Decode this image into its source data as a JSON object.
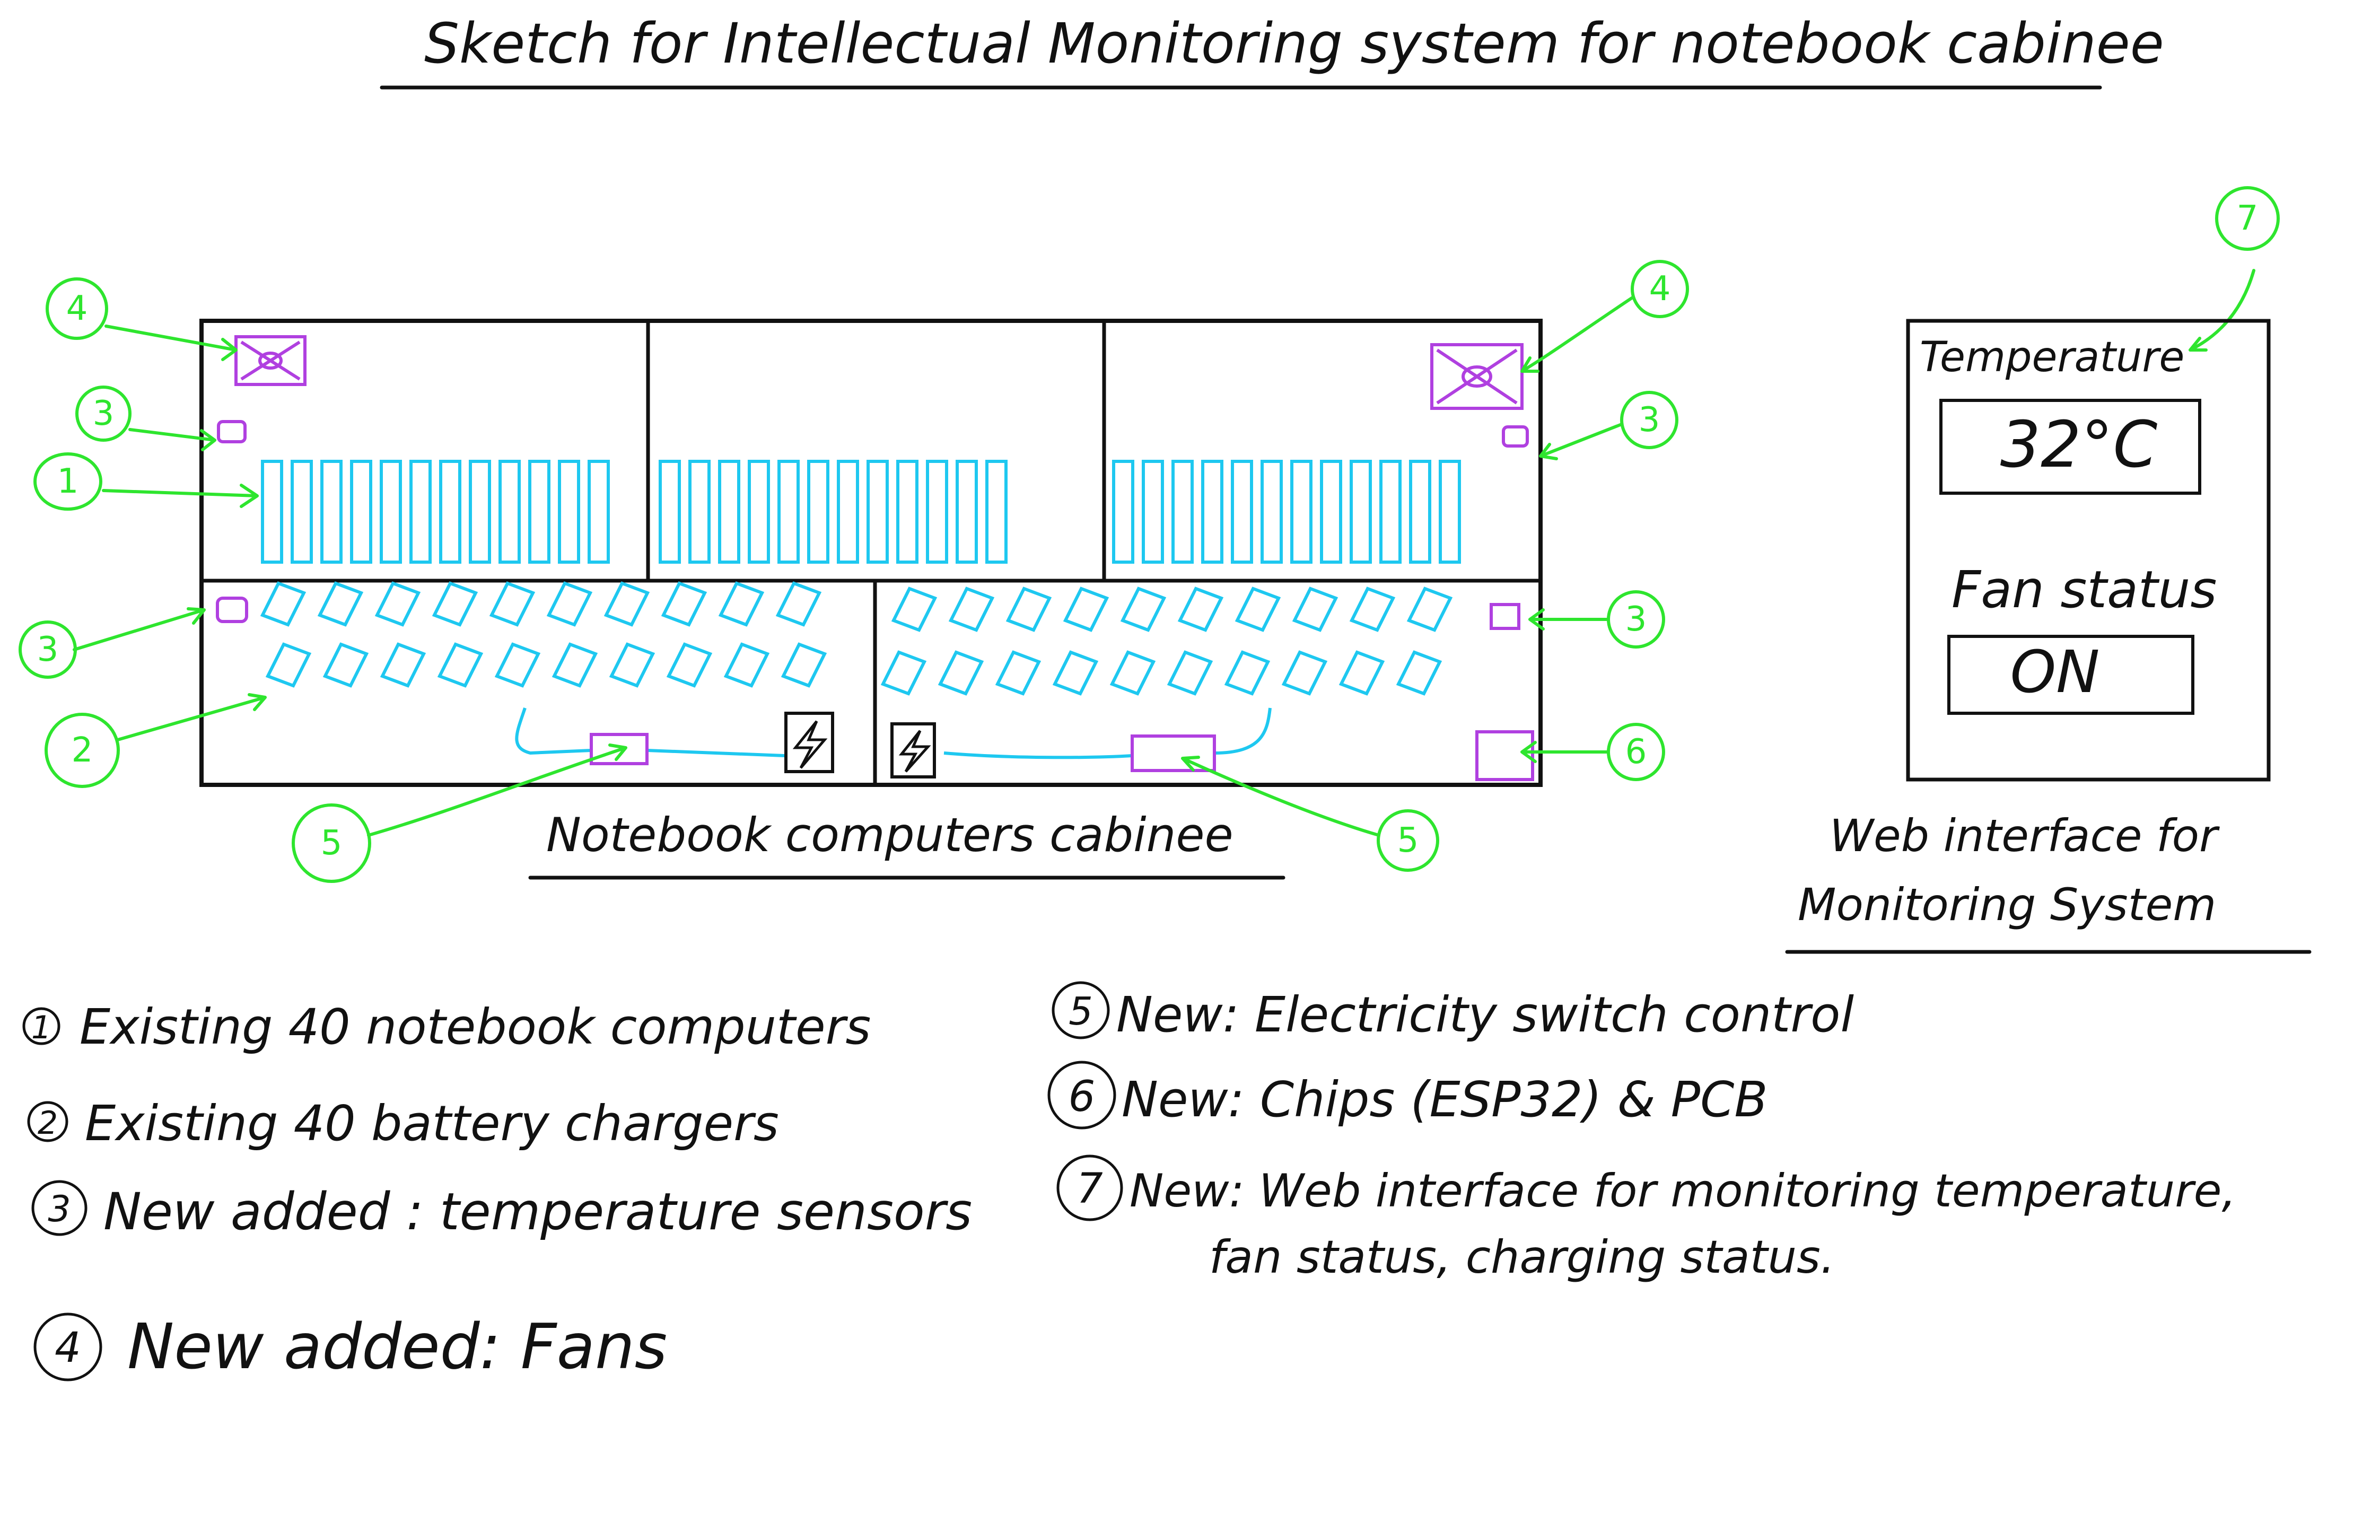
{
  "title": "Sketch for Intellectual Monitoring system for notebook cabinee",
  "cabinet_caption": "Notebook computers cabinee",
  "web_ui": {
    "temperature_label": "Temperature",
    "temperature_value": "32°C",
    "fan_label": "Fan status",
    "fan_value": "ON",
    "caption_line1": "Web interface for",
    "caption_line2": "Monitoring System"
  },
  "callouts": {
    "n1": "1",
    "n2": "2",
    "n3": "3",
    "n4": "4",
    "n5": "5",
    "n6": "6",
    "n7": "7"
  },
  "legend": {
    "item1": {
      "num": "1",
      "text": "Existing 40 notebook computers"
    },
    "item2": {
      "num": "2",
      "text": "Existing 40 battery chargers"
    },
    "item3": {
      "num": "3",
      "text": "New added : temperature sensors"
    },
    "item4": {
      "num": "4",
      "text": "New added: Fans"
    },
    "item5": {
      "num": "5",
      "text": "New: Electricity switch control"
    },
    "item6": {
      "num": "6",
      "text": "New: Chips (ESP32) & PCB"
    },
    "item7": {
      "num": "7",
      "text": "New: Web interface for monitoring temperature,"
    },
    "item7b": {
      "text": "fan status, charging status."
    }
  },
  "colors": {
    "notebooks": "#1ec8f0",
    "devices": "#b040e0",
    "callouts": "#2ee52e",
    "ink": "#111111"
  }
}
